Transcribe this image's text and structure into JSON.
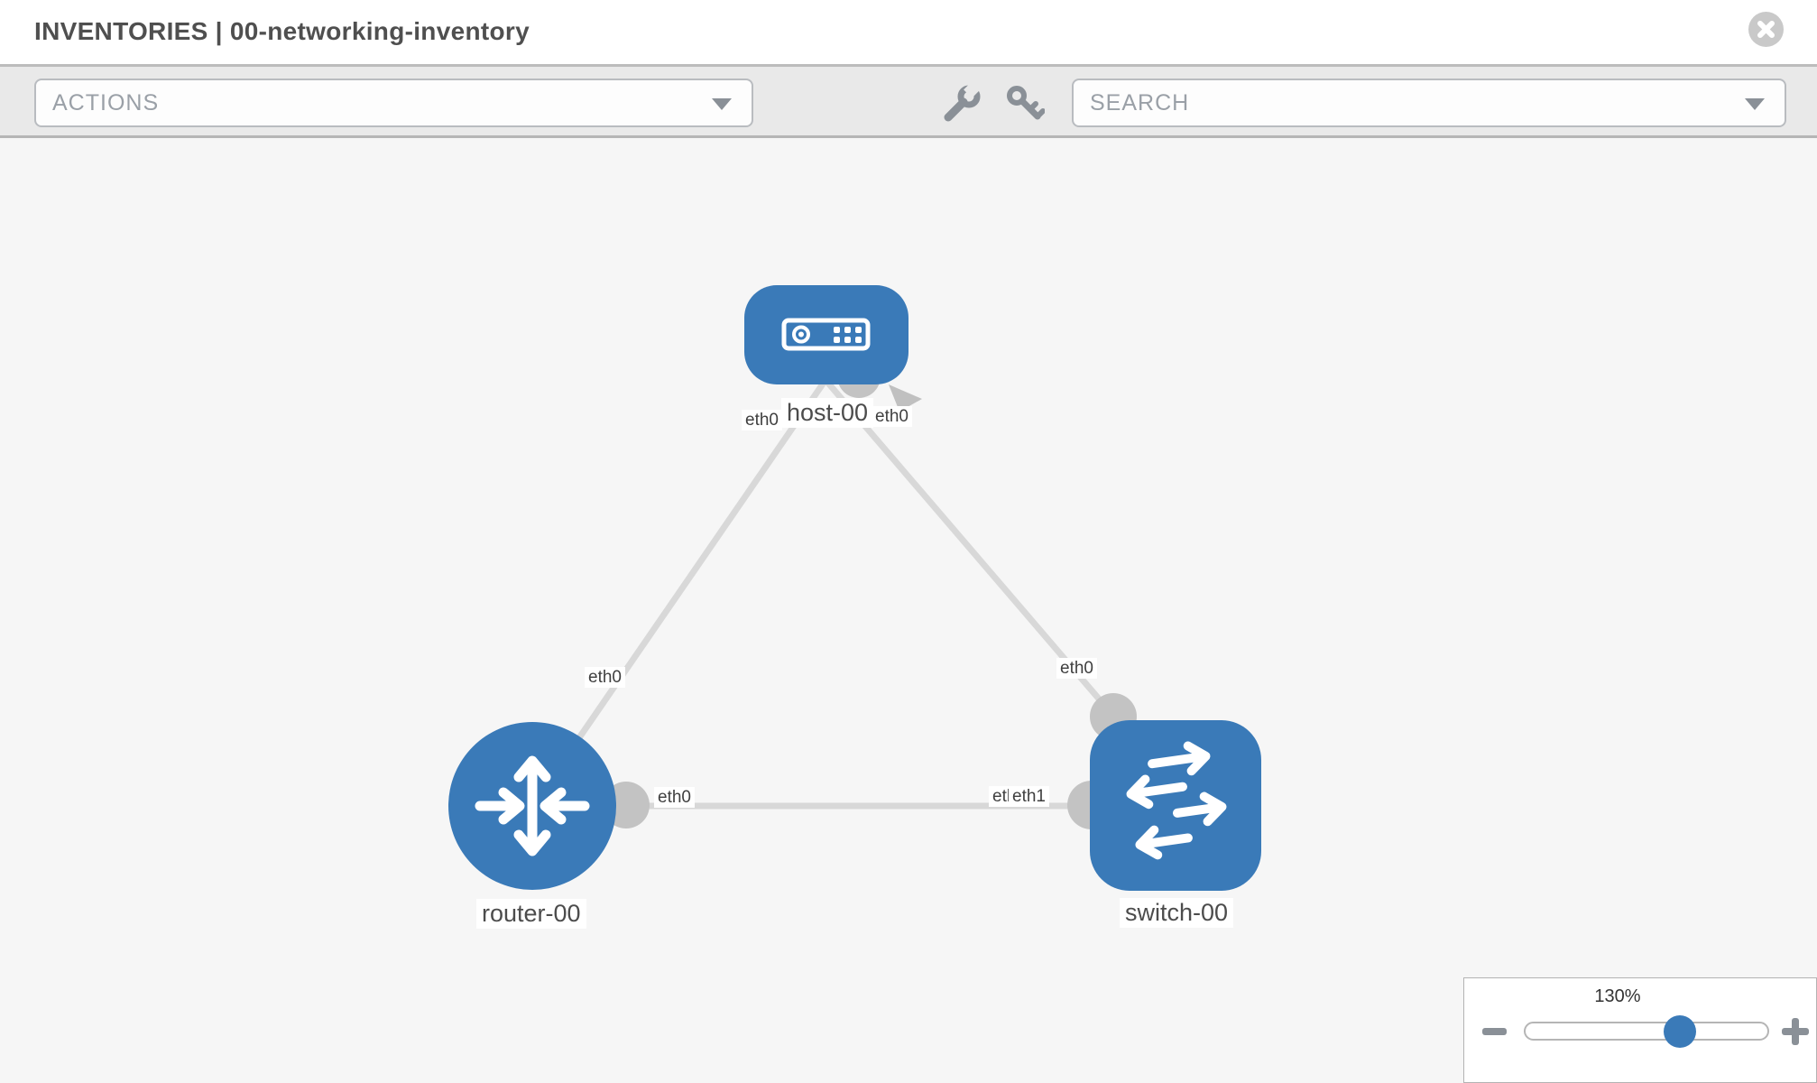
{
  "header": {
    "title": "INVENTORIES | 00-networking-inventory"
  },
  "toolbar": {
    "actions_label": "ACTIONS",
    "search_label": "SEARCH"
  },
  "topology": {
    "nodes": [
      {
        "id": "host-00",
        "type": "host",
        "label": "host-00"
      },
      {
        "id": "router-00",
        "type": "router",
        "label": "router-00"
      },
      {
        "id": "switch-00",
        "type": "switch",
        "label": "switch-00"
      }
    ],
    "links": [
      {
        "from": "host-00",
        "to": "router-00"
      },
      {
        "from": "host-00",
        "to": "switch-00"
      },
      {
        "from": "router-00",
        "to": "switch-00"
      }
    ],
    "interfaces": [
      {
        "label": "eth0",
        "position": "host-end-of-host-router-link"
      },
      {
        "label": "eth0",
        "position": "host-end-of-host-switch-link"
      },
      {
        "label": "eth0",
        "position": "router-end-of-host-router-link"
      },
      {
        "label": "eth0",
        "position": "switch-end-of-host-switch-link"
      },
      {
        "label": "eth0",
        "position": "router-end-of-router-switch-link"
      },
      {
        "label": "eth0",
        "position": "switch-end-of-router-switch-link-underneath"
      },
      {
        "label": "eth1",
        "position": "switch-end-of-router-switch-link"
      }
    ]
  },
  "zoom_control": {
    "level": "130%"
  },
  "colors": {
    "node_blue": "#3a7ab8",
    "link_gray": "#d8d8d8",
    "connector_gray": "#c3c3c3",
    "icon_gray": "#8a9097"
  }
}
